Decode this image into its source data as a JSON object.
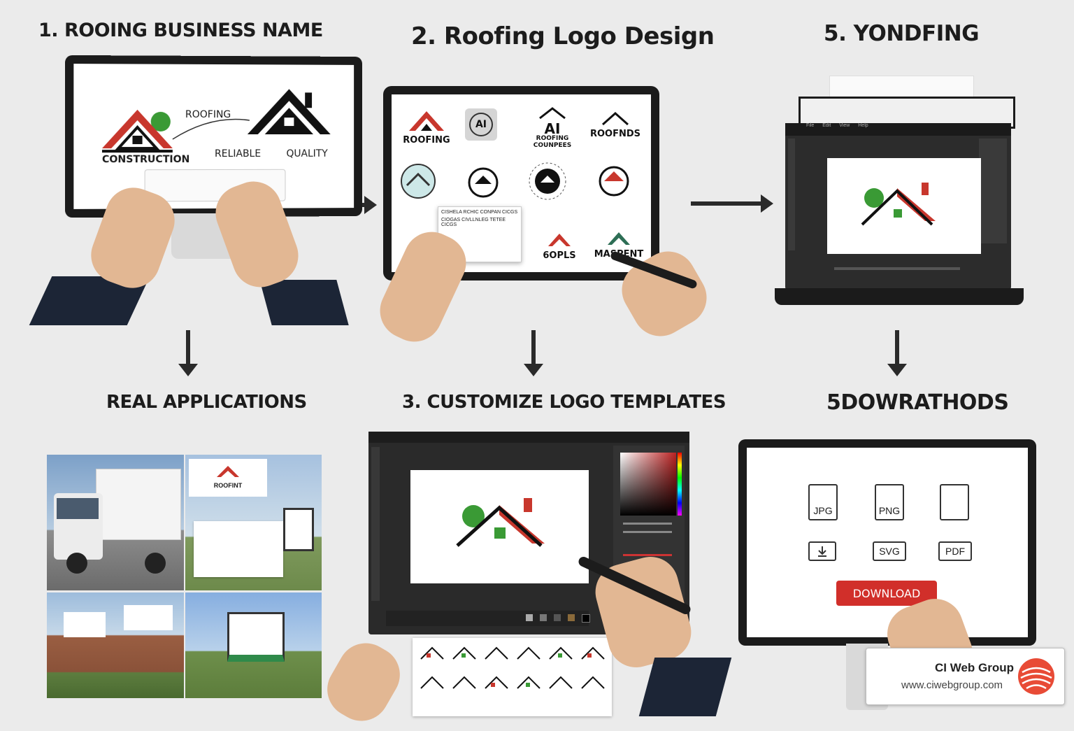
{
  "headings": {
    "step1": "1. ROOING BUSINESS NAME",
    "step2": "2. Roofing Logo Design",
    "step5a": "5. YONDFING",
    "real": "REAL APPLICATIONS",
    "step3": "3. CUSTOMIZE LOGO TEMPLATES",
    "step5b": "5DOWRATHODS"
  },
  "panel1": {
    "roofing": "ROOFING",
    "construction": "CONSTRUCTION",
    "reliable": "RELIABLE",
    "quality": "QUALITY"
  },
  "panel2": {
    "logos": [
      "ROOFING",
      "AI",
      "AI",
      "ROOFNDS",
      "",
      "",
      "",
      "",
      "",
      "",
      "6OPLS",
      "MASPENT"
    ],
    "logo_sub": "ROOFING\nCOUNPEES",
    "popup_line1": "CISHELA RCHIC CONPAN CICGS",
    "popup_line2": "CIOGAS CIVLLNLEG TETEE CICGS"
  },
  "panel4": {
    "menu": [
      "File",
      "Edit",
      "View",
      "Help"
    ]
  },
  "real_apps": {
    "sign1": "ROOFINT"
  },
  "download": {
    "formats": [
      "JPG",
      "PNG",
      ""
    ],
    "buttons": [
      "",
      "SVG",
      "PDF"
    ],
    "button_label": "DOWNLOAD"
  },
  "badge": {
    "company": "CI Web Group",
    "url": "www.ciwebgroup.com"
  },
  "colors": {
    "roof_red": "#c8372d",
    "tree_green": "#3a9a35",
    "dark": "#1b1b1b",
    "download_red": "#d12f2a"
  }
}
